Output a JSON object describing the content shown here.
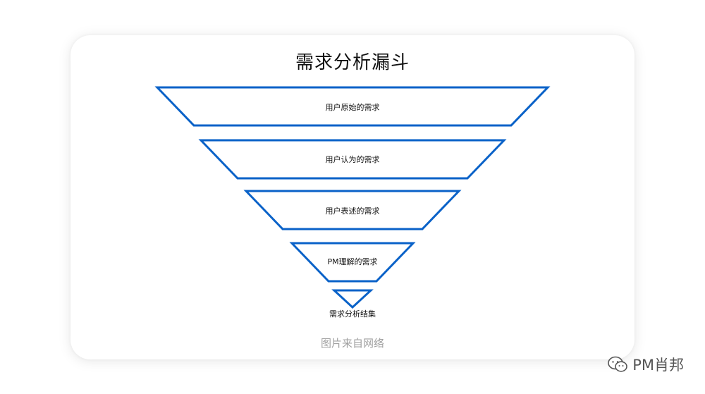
{
  "title": "需求分析漏斗",
  "stages": [
    {
      "label": "用户原始的需求"
    },
    {
      "label": "用户认为的需求"
    },
    {
      "label": "用户表述的需求"
    },
    {
      "label": "PM理解的需求"
    },
    {
      "label": "需求分析结集"
    }
  ],
  "caption": "图片来自网络",
  "watermark": {
    "text": "PM肖邦",
    "icon": "wechat-icon"
  },
  "colors": {
    "stroke": "#0a62c8",
    "fill": "#ffffff",
    "text": "#111111"
  }
}
